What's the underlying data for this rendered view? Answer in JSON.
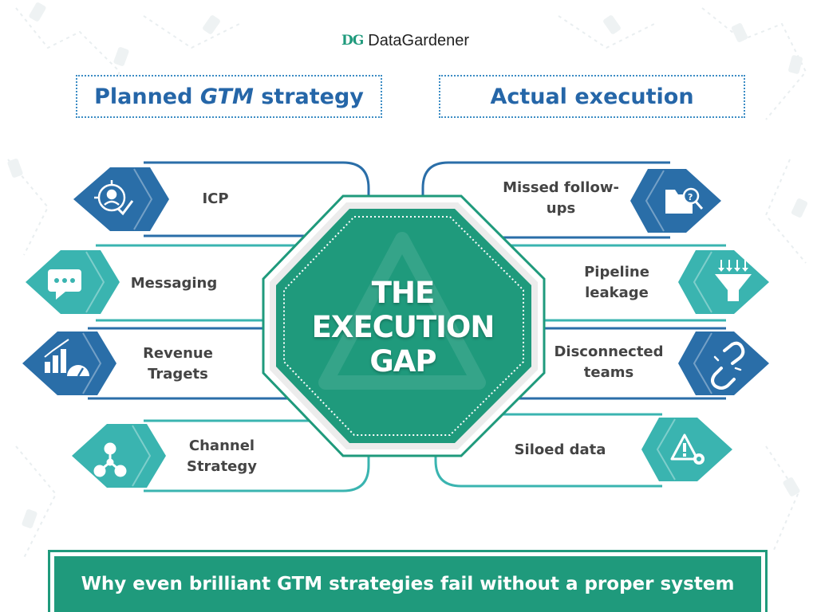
{
  "logo": {
    "mark": "DG",
    "name": "DataGardener"
  },
  "headers": {
    "planned_pre": "Planned ",
    "planned_em": "GTM",
    "planned_post": " strategy",
    "actual": "Actual execution"
  },
  "left_items": [
    {
      "line1": "ICP",
      "line2": "",
      "icon": "target-user-icon"
    },
    {
      "line1": "Messaging",
      "line2": "",
      "icon": "chat-bubble-icon"
    },
    {
      "line1": "Revenue",
      "line2": "Tragets",
      "icon": "bar-chart-gauge-icon"
    },
    {
      "line1": "Channel",
      "line2": "Strategy",
      "icon": "network-nodes-icon"
    }
  ],
  "right_items": [
    {
      "line1": "Missed follow-",
      "line2": "ups",
      "icon": "folder-search-icon"
    },
    {
      "line1": "Pipeline",
      "line2": "leakage",
      "icon": "funnel-icon"
    },
    {
      "line1": "Disconnected",
      "line2": "teams",
      "icon": "broken-chain-icon"
    },
    {
      "line1": "Siloed data",
      "line2": "",
      "icon": "warning-gear-icon"
    }
  ],
  "centre": {
    "line1": "THE",
    "line2": "EXECUTION",
    "line3": "GAP"
  },
  "banner": "Why even brilliant GTM strategies fail without a proper system",
  "colors": {
    "dark_blue": "#2a6ea8",
    "teal": "#3ab4b0",
    "green": "#1f9a7c",
    "header_text": "#2566a8"
  }
}
